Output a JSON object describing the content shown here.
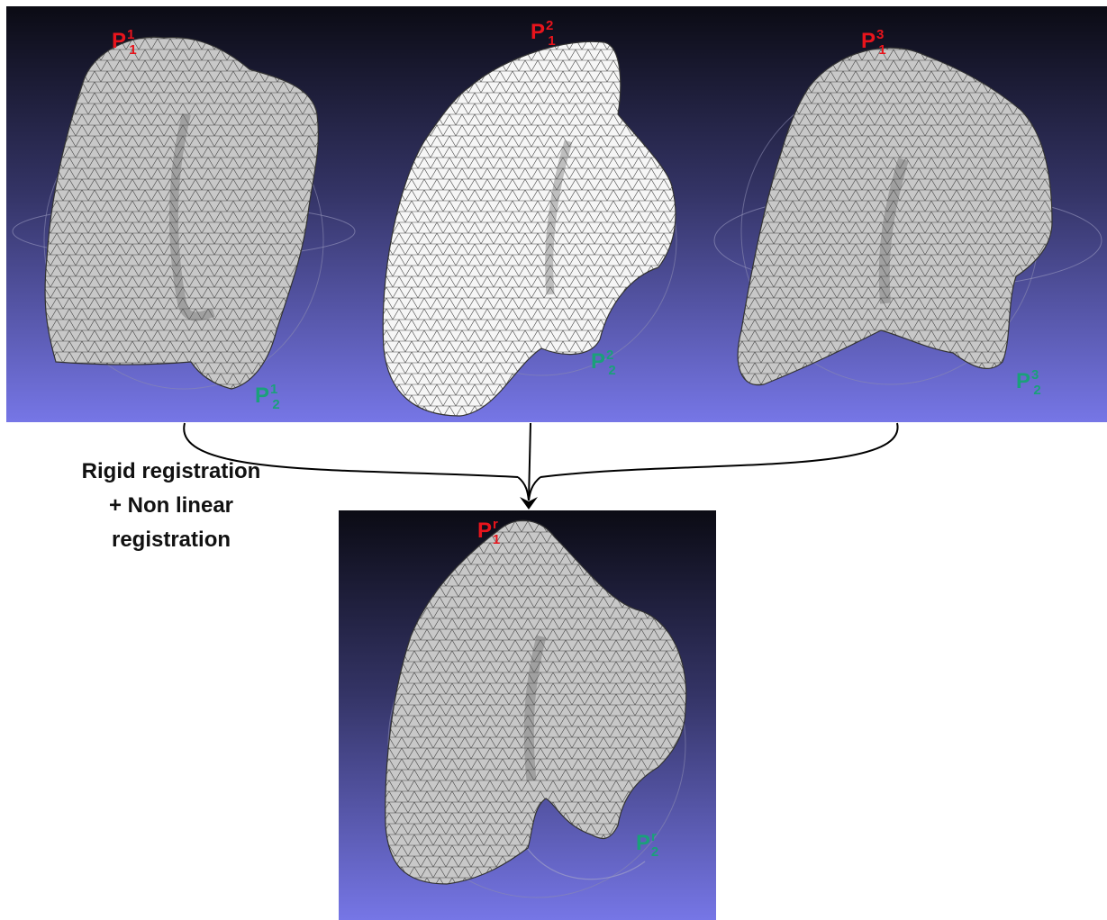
{
  "colors": {
    "bg_top": "#0b0b14",
    "bg_mid": "#343466",
    "bg_bottom": "#7676e6",
    "mesh_fill": "#c8c8c8",
    "mesh_fill_light": "#f6f6f6",
    "mesh_line": "#1c1c1c",
    "label_red": "#e8141c",
    "label_green": "#1aa07a",
    "arrow": "#000000"
  },
  "panels": [
    {
      "id": "p1",
      "fill": "mesh_fill",
      "top_label": {
        "base": "P",
        "sup": "1",
        "sub": "1"
      },
      "bottom_label": {
        "base": "P",
        "sup": "1",
        "sub": "2"
      }
    },
    {
      "id": "p2",
      "fill": "mesh_fill_light",
      "top_label": {
        "base": "P",
        "sup": "2",
        "sub": "1"
      },
      "bottom_label": {
        "base": "P",
        "sup": "2",
        "sub": "2"
      }
    },
    {
      "id": "p3",
      "fill": "mesh_fill",
      "top_label": {
        "base": "P",
        "sup": "3",
        "sub": "1"
      },
      "bottom_label": {
        "base": "P",
        "sup": "3",
        "sub": "2"
      }
    },
    {
      "id": "pr",
      "fill": "mesh_fill",
      "top_label": {
        "base": "P",
        "sup": "r",
        "sub": "1"
      },
      "bottom_label": {
        "base": "P",
        "sup": "r",
        "sub": "2"
      }
    }
  ],
  "caption": {
    "line1": "Rigid registration",
    "line2": "+ Non linear",
    "line3": "registration"
  }
}
